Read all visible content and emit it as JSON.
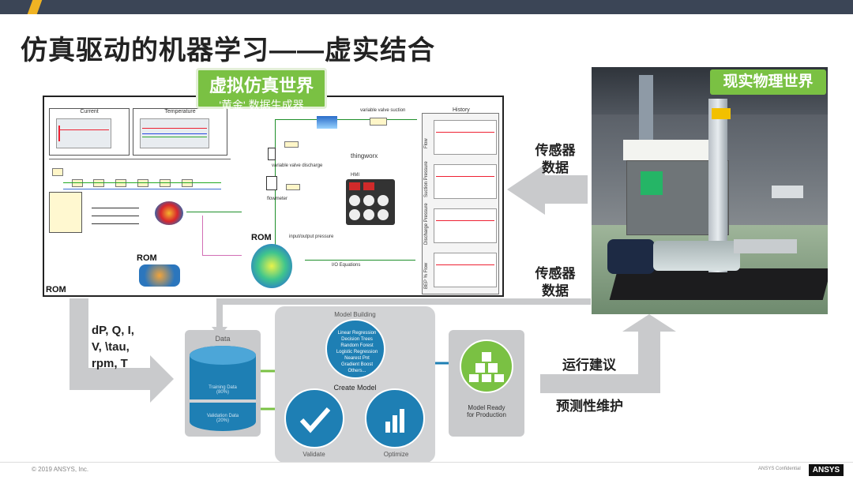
{
  "title": "仿真驱动的机器学习——虚实结合",
  "virtual_badge": {
    "title": "虚拟仿真世界",
    "subtitle": "'黄金' 数据生成器"
  },
  "real_badge": "现实物理世界",
  "sim_labels": {
    "current": "Current",
    "temperature": "Temperature",
    "history": "History",
    "valve_suction": "variable valve suction",
    "valve_discharge": "variable valve discharge",
    "flowmeter": "flowmeter",
    "thingworx": "thingworx",
    "hmi": "HMI",
    "io_pressure": "input/output pressure",
    "io_equations": "I/O Equations",
    "rom": "ROM",
    "history_axes": [
      "Flow",
      "Suction Pressure",
      "Discharge Pressure",
      "BEP % Flow"
    ]
  },
  "sensor_label_1": "传感器\n数据",
  "sensor_label_2": "传感器\n数据",
  "variables_label": "dP, Q, I,\nV, \\tau,\nrpm, T",
  "run_advice": "运行建议",
  "predictive_maintenance": "预测性维护",
  "data_box": {
    "title": "Data",
    "training": "Training Data\n(80%)",
    "validation": "Validation Data\n(20%)"
  },
  "model_box": {
    "title": "Model Building",
    "create": "Create Model",
    "validate": "Validate",
    "optimize": "Optimize",
    "algorithms": [
      "Linear Regression",
      "Decision Trees",
      "Random Forest",
      "Logistic Regression",
      "Nearest Pnt",
      "Gradient Boost",
      "Others..."
    ]
  },
  "prod_box": {
    "title": "Model Ready\nfor Production"
  },
  "footer": {
    "copyright": "© 2019 ANSYS, Inc.",
    "confidential": "ANSYS Confidential",
    "logo": "ANSYS"
  },
  "colors": {
    "green": "#7ac143",
    "navy": "#3b4556",
    "teal": "#1e7fb4",
    "gold": "#f0b323"
  }
}
